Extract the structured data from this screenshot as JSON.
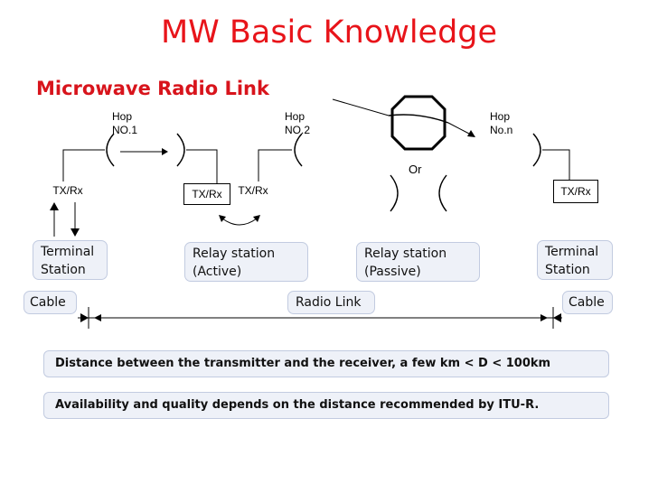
{
  "title": "MW Basic Knowledge",
  "subtitle": "Microwave Radio Link",
  "hops": [
    {
      "line1": "Hop",
      "line2": "NO.1"
    },
    {
      "line1": "Hop",
      "line2": "NO.2"
    },
    {
      "line1": "Hop",
      "line2": "No.n"
    }
  ],
  "txrx": [
    "TX/Rx",
    "TX/Rx",
    "TX/Rx",
    "TX/Rx"
  ],
  "or_label": "Or",
  "stations": [
    {
      "line1": "Terminal",
      "line2": "Station"
    },
    {
      "line1": "Relay station",
      "line2": "(Active)"
    },
    {
      "line1": "Relay station",
      "line2": "(Passive)"
    },
    {
      "line1": "Terminal",
      "line2": "Station"
    }
  ],
  "cable_left": "Cable",
  "cable_right": "Cable",
  "radio_link": "Radio Link",
  "distance_note": "Distance between the transmitter and the receiver, a few km < D < 100km",
  "availability_note": "Availability and quality depends on the  distance recommended by ITU-R."
}
